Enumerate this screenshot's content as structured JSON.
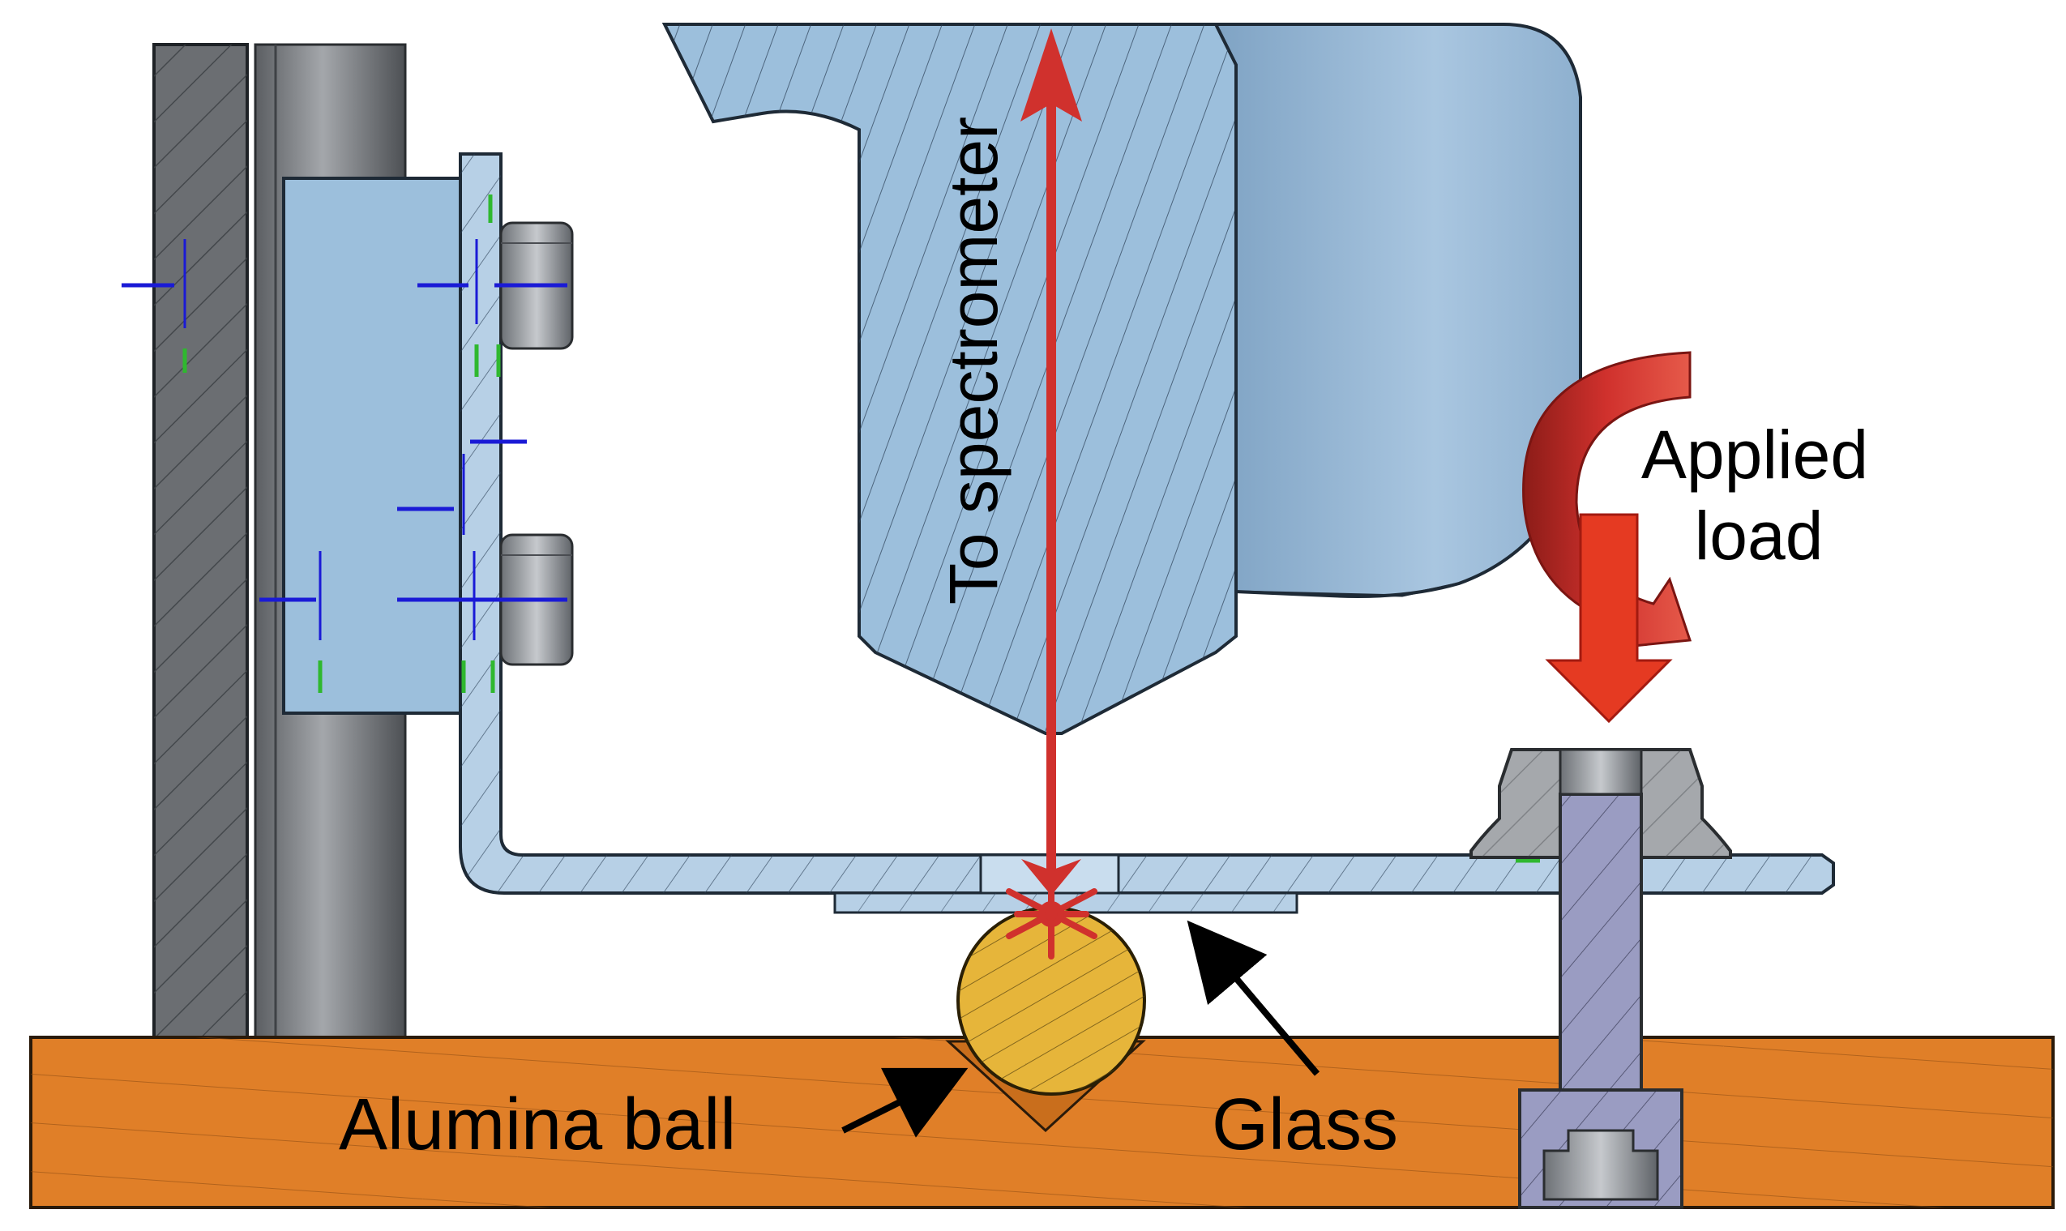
{
  "labels": {
    "to_spectrometer": "To spectrometer",
    "applied_load_line1": "Applied",
    "applied_load_line2": "load",
    "alumina_ball": "Alumina ball",
    "glass": "Glass"
  },
  "colors": {
    "background": "#ffffff",
    "light_blue_part": "#9cbfdc",
    "dark_grey_plate": "#6b6e72",
    "grey_rod": "#8a8d91",
    "orange_base": "#e07f28",
    "gold_ball": "#e6b53a",
    "lavender_bolt": "#9a9cc2",
    "red_arrow": "#d0312d",
    "centerline_blue": "#1a1ad6",
    "centerline_green": "#2fb82f"
  },
  "icons": {
    "beam_arrow": "double-headed-vertical-arrow",
    "load_arrow": "down-arrow",
    "torque_arrow": "curved-rotation-arrow",
    "focal_point": "asterisk-star"
  }
}
